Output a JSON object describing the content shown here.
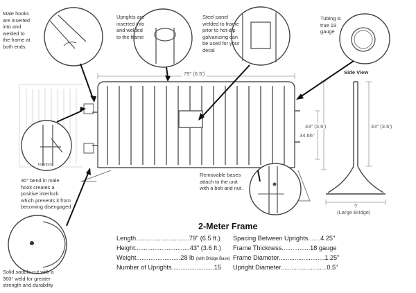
{
  "callouts": {
    "male_hooks": [
      "Male hooks",
      "are inserted",
      "into and",
      "welded to",
      "the frame at",
      "both ends."
    ],
    "uprights": [
      "Uprights are",
      "inserted into",
      "and welded",
      "to the frame"
    ],
    "steel_panel": [
      "Steel panel",
      "welded to frame",
      "prior to hot-dip",
      "galvanizing can",
      "be used for your",
      "decal"
    ],
    "tubing": [
      "Tubing is",
      "true 18",
      "gauge"
    ],
    "bend": [
      "30° bend in male",
      "hook creates a",
      "positive interlock",
      "which prevents it from",
      "becoming disengaged"
    ],
    "bases": [
      "Removable bases",
      "attach to the unit",
      "with a bolt and nut."
    ],
    "saddle": [
      "Solid saddle cut with a",
      "360° weld for greater",
      "strength and durability"
    ]
  },
  "interlock_label": "Interlock",
  "side_view": {
    "title": "Side View",
    "height_label": "43\" (3.6')",
    "base_label": "?",
    "base_note": "(Large Bridge)"
  },
  "dimensions": {
    "length": "79\" (6.5')",
    "height": "43\" (3.6')",
    "inner_height": "34.66\""
  },
  "specs": {
    "title": "2-Meter Frame",
    "left": [
      {
        "label": "Length",
        "value": "79\" (6.5 ft.)"
      },
      {
        "label": "Height",
        "value": "43\" (3.6 ft.)"
      },
      {
        "label": "Weight",
        "value": "28 lb",
        "note": "(with Bridge Base)"
      },
      {
        "label": "Number of Uprights",
        "value": "15"
      }
    ],
    "right": [
      {
        "label": "Spacing Between Uprights",
        "value": "4.25\""
      },
      {
        "label": "Frame Thickness",
        "value": "18 gauge"
      },
      {
        "label": "Frame Diameter",
        "value": "1.25\""
      },
      {
        "label": "Upright Diameter",
        "value": "0.5\""
      }
    ]
  }
}
